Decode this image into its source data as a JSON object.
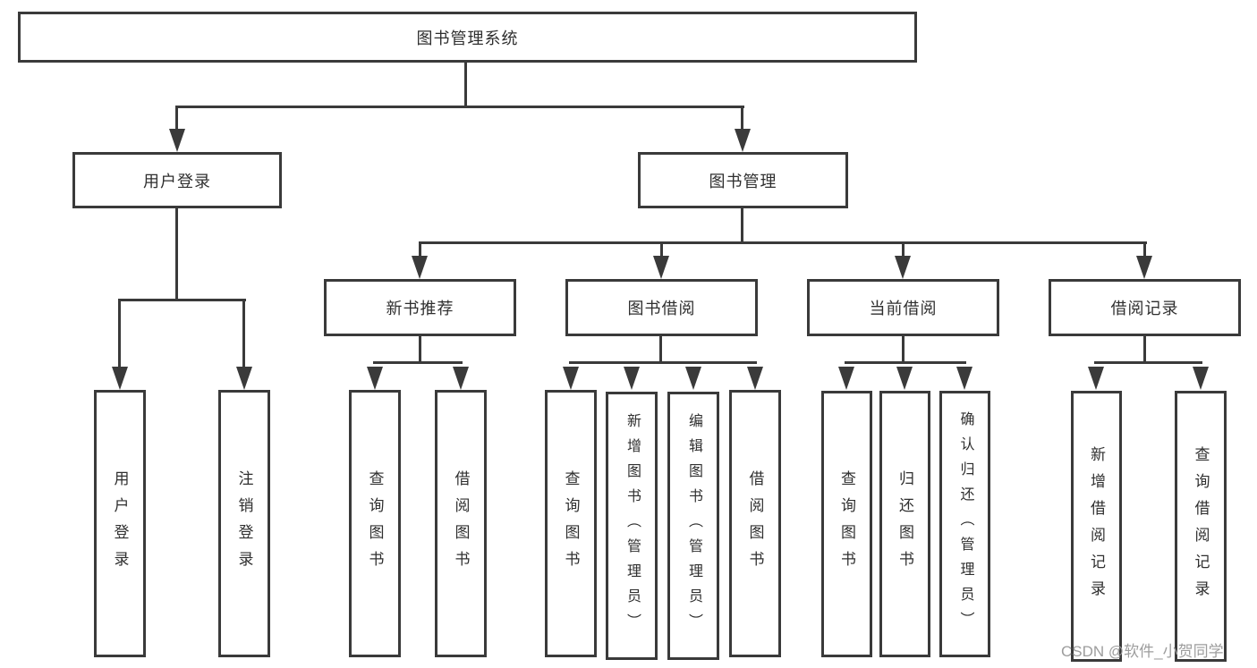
{
  "colors": {
    "line": "#3a3a3a",
    "text": "#2f2f2f",
    "watermark": "#9d9d9d",
    "background": "#ffffff"
  },
  "tree": {
    "root": {
      "label": "图书管理系统"
    },
    "login_branch": {
      "label": "用户登录",
      "children": [
        {
          "label": "用户登录"
        },
        {
          "label": "注销登录"
        }
      ]
    },
    "management_branch": {
      "label": "图书管理",
      "groups": [
        {
          "label": "新书推荐",
          "children": [
            {
              "label": "查询图书"
            },
            {
              "label": "借阅图书"
            }
          ]
        },
        {
          "label": "图书借阅",
          "children": [
            {
              "label": "查询图书"
            },
            {
              "label": "新增图书（管理员）"
            },
            {
              "label": "编辑图书（管理员）"
            },
            {
              "label": "借阅图书"
            }
          ]
        },
        {
          "label": "当前借阅",
          "children": [
            {
              "label": "查询图书"
            },
            {
              "label": "归还图书"
            },
            {
              "label": "确认归还（管理员）"
            }
          ]
        },
        {
          "label": "借阅记录",
          "children": [
            {
              "label": "新增借阅记录"
            },
            {
              "label": "查询借阅记录"
            }
          ]
        }
      ]
    }
  },
  "watermark": {
    "text": "CSDN @软件_小贺同学"
  }
}
